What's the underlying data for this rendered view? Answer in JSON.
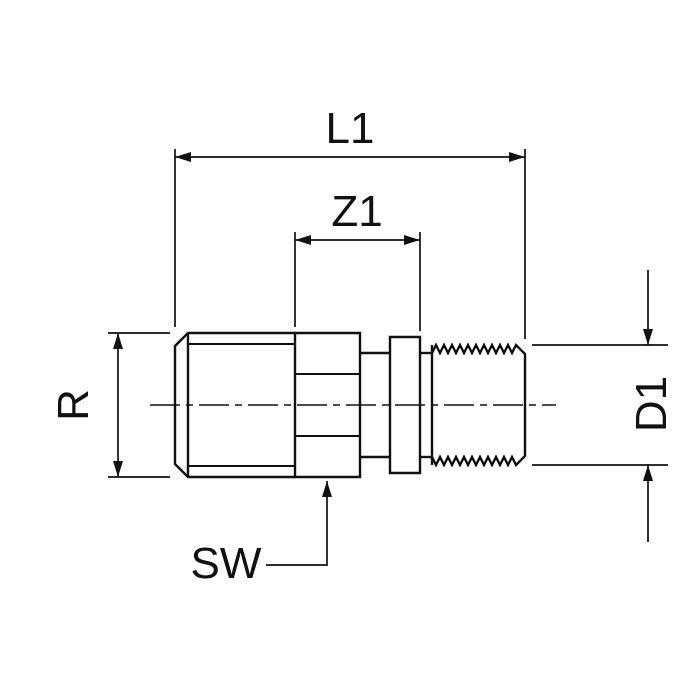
{
  "drawing": {
    "kind": "technical-dimension-drawing",
    "subject": "press-fitting-adapter-with-male-thread",
    "background": "#ffffff",
    "line_color": "#111111",
    "labels": {
      "l1": "L1",
      "z1": "Z1",
      "r": "R",
      "d1": "D1",
      "sw": "SW"
    }
  }
}
